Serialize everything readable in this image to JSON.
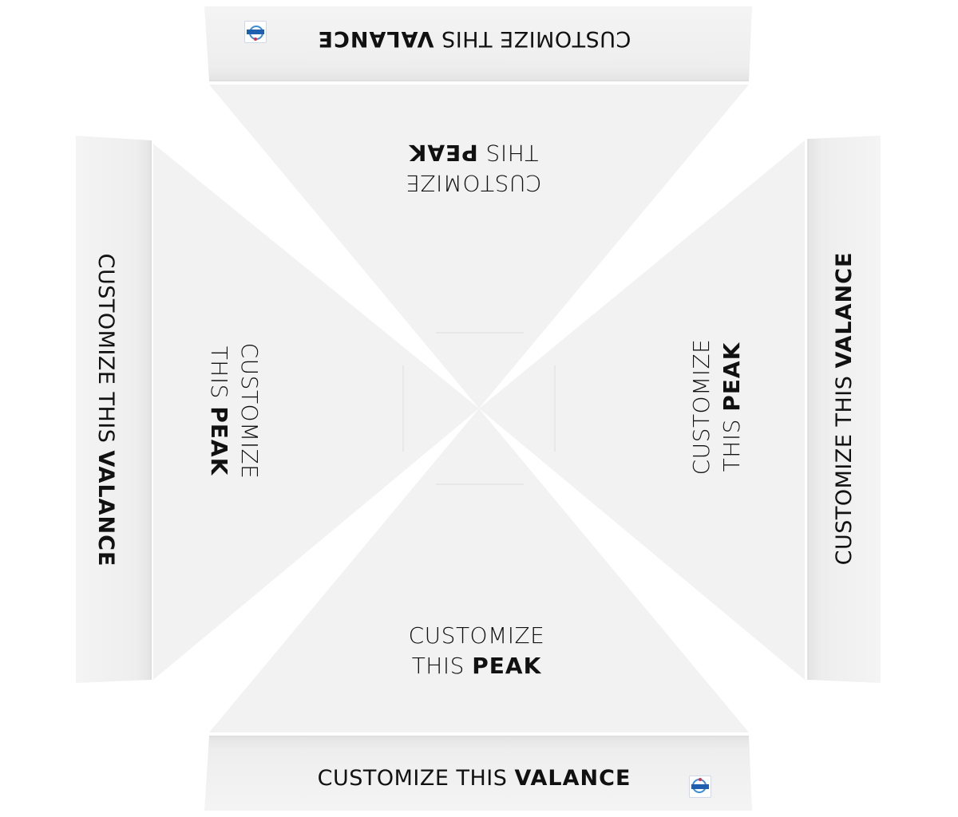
{
  "peak": {
    "line1": "CUSTOMIZE",
    "line2_prefix": "THIS ",
    "line2_bold": "PEAK"
  },
  "valance": {
    "prefix": "CUSTOMIZE THIS ",
    "bold": "VALANCE"
  },
  "colors": {
    "panel": "#f2f2f2",
    "panel_edge": "#dddddd",
    "background": "#ffffff",
    "text": "#111111"
  },
  "icons": {
    "logo": "brand-logo-icon"
  }
}
